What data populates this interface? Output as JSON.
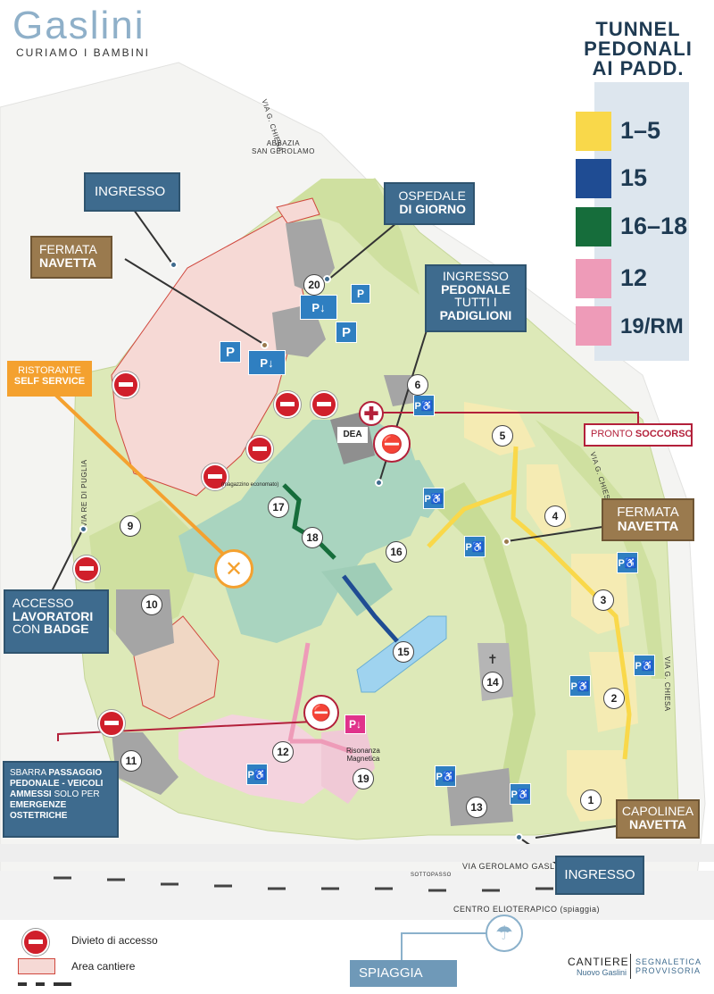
{
  "brand": {
    "name": "Gaslini",
    "tagline": "CURIAMO I BAMBINI"
  },
  "legend": {
    "title_lines": [
      "TUNNEL",
      "PEDONALI",
      "AI PADD."
    ],
    "items": [
      {
        "label": "1–5",
        "color": "#f9d84a"
      },
      {
        "label": "15",
        "color": "#1f4c93"
      },
      {
        "label": "16–18",
        "color": "#166d3b"
      },
      {
        "label": "12",
        "color": "#ee9bb8"
      },
      {
        "label": "19/RM",
        "color": "#ee9bb8"
      }
    ]
  },
  "labels": {
    "ingresso_top": "INGRESSO",
    "ospedale_line1": "OSPEDALE",
    "ospedale_line2": "DI GIORNO",
    "fermata_left_line1": "FERMATA",
    "fermata_left_line2": "NAVETTA",
    "ingresso_ped_line1": "INGRESSO",
    "ingresso_ped_line2": "PEDONALE",
    "ingresso_ped_line3": "TUTTI I",
    "ingresso_ped_line4": "PADIGLIONI",
    "ristorante_line1": "RISTORANTE",
    "ristorante_line2": "SELF SERVICE",
    "pronto_line1": "PRONTO",
    "pronto_line2": "SOCCORSO",
    "fermata_right_line1": "FERMATA",
    "fermata_right_line2": "NAVETTA",
    "accesso_line1": "ACCESSO",
    "accesso_line2": "LAVORATORI",
    "accesso_line3": "CON",
    "accesso_line4": "BADGE",
    "sbarra_line1a": "SBARRA ",
    "sbarra_line1b": "PASSAGGIO",
    "sbarra_line2": "PEDONALE - VEICOLI",
    "sbarra_line3a": "AMMESSI",
    "sbarra_line3b": " SOLO PER",
    "sbarra_line4": "EMERGENZE",
    "sbarra_line5": "OSTETRICHE",
    "capolinea_line1": "CAPOLINEA",
    "capolinea_line2": "NAVETTA",
    "ingresso_bottom": "INGRESSO",
    "spiaggia": "SPIAGGIA",
    "dea": "DEA",
    "magazzino": "(magazzino economato)",
    "risonanza_line1": "Risonanza",
    "risonanza_line2": "Magnetica",
    "cantiere_line1": "CANTIERE",
    "cantiere_line2": "Nuovo Gaslini",
    "segnaletica_line1": "SEGNALETICA",
    "segnaletica_line2": "PROVVISORIA"
  },
  "streets": {
    "chiesa_top": "VIA G. CHIESA",
    "abbazia_line1": "ABBAZIA",
    "abbazia_line2": "SAN GEROLAMO",
    "puglia": "VIA RE DI PUGLIA",
    "chiesa_right1": "VIA G. CHIESA",
    "chiesa_right2": "VIA G. CHIESA",
    "gaslini": "VIA GEROLAMO GASLINI",
    "sottopasso": "SOTTOPASSO",
    "elioterapico": "CENTRO ELIOTERAPICO (spiaggia)"
  },
  "bottom_legend": {
    "no_entry": "Divieto di accesso",
    "cantiere": "Area cantiere"
  },
  "pavilions": [
    "1",
    "2",
    "3",
    "4",
    "5",
    "6",
    "9",
    "10",
    "11",
    "12",
    "13",
    "14",
    "15",
    "16",
    "17",
    "18",
    "19",
    "20"
  ],
  "colors": {
    "box_blue": "#3e6b8e",
    "box_brown": "#9a7a4e",
    "box_orange": "#f4a12f",
    "pronto_red": "#b3203a",
    "no_entry_red": "#d01f2b",
    "park_blue": "#2f7fc1",
    "legend_bg": "#dde6ee"
  },
  "icons": [
    "no-entry-icon",
    "parking-icon",
    "disabled-parking-icon",
    "shuttle-stop-icon",
    "first-aid-cross-icon",
    "barrier-icon",
    "fork-knife-icon",
    "church-cross-icon",
    "beach-umbrella-icon"
  ]
}
